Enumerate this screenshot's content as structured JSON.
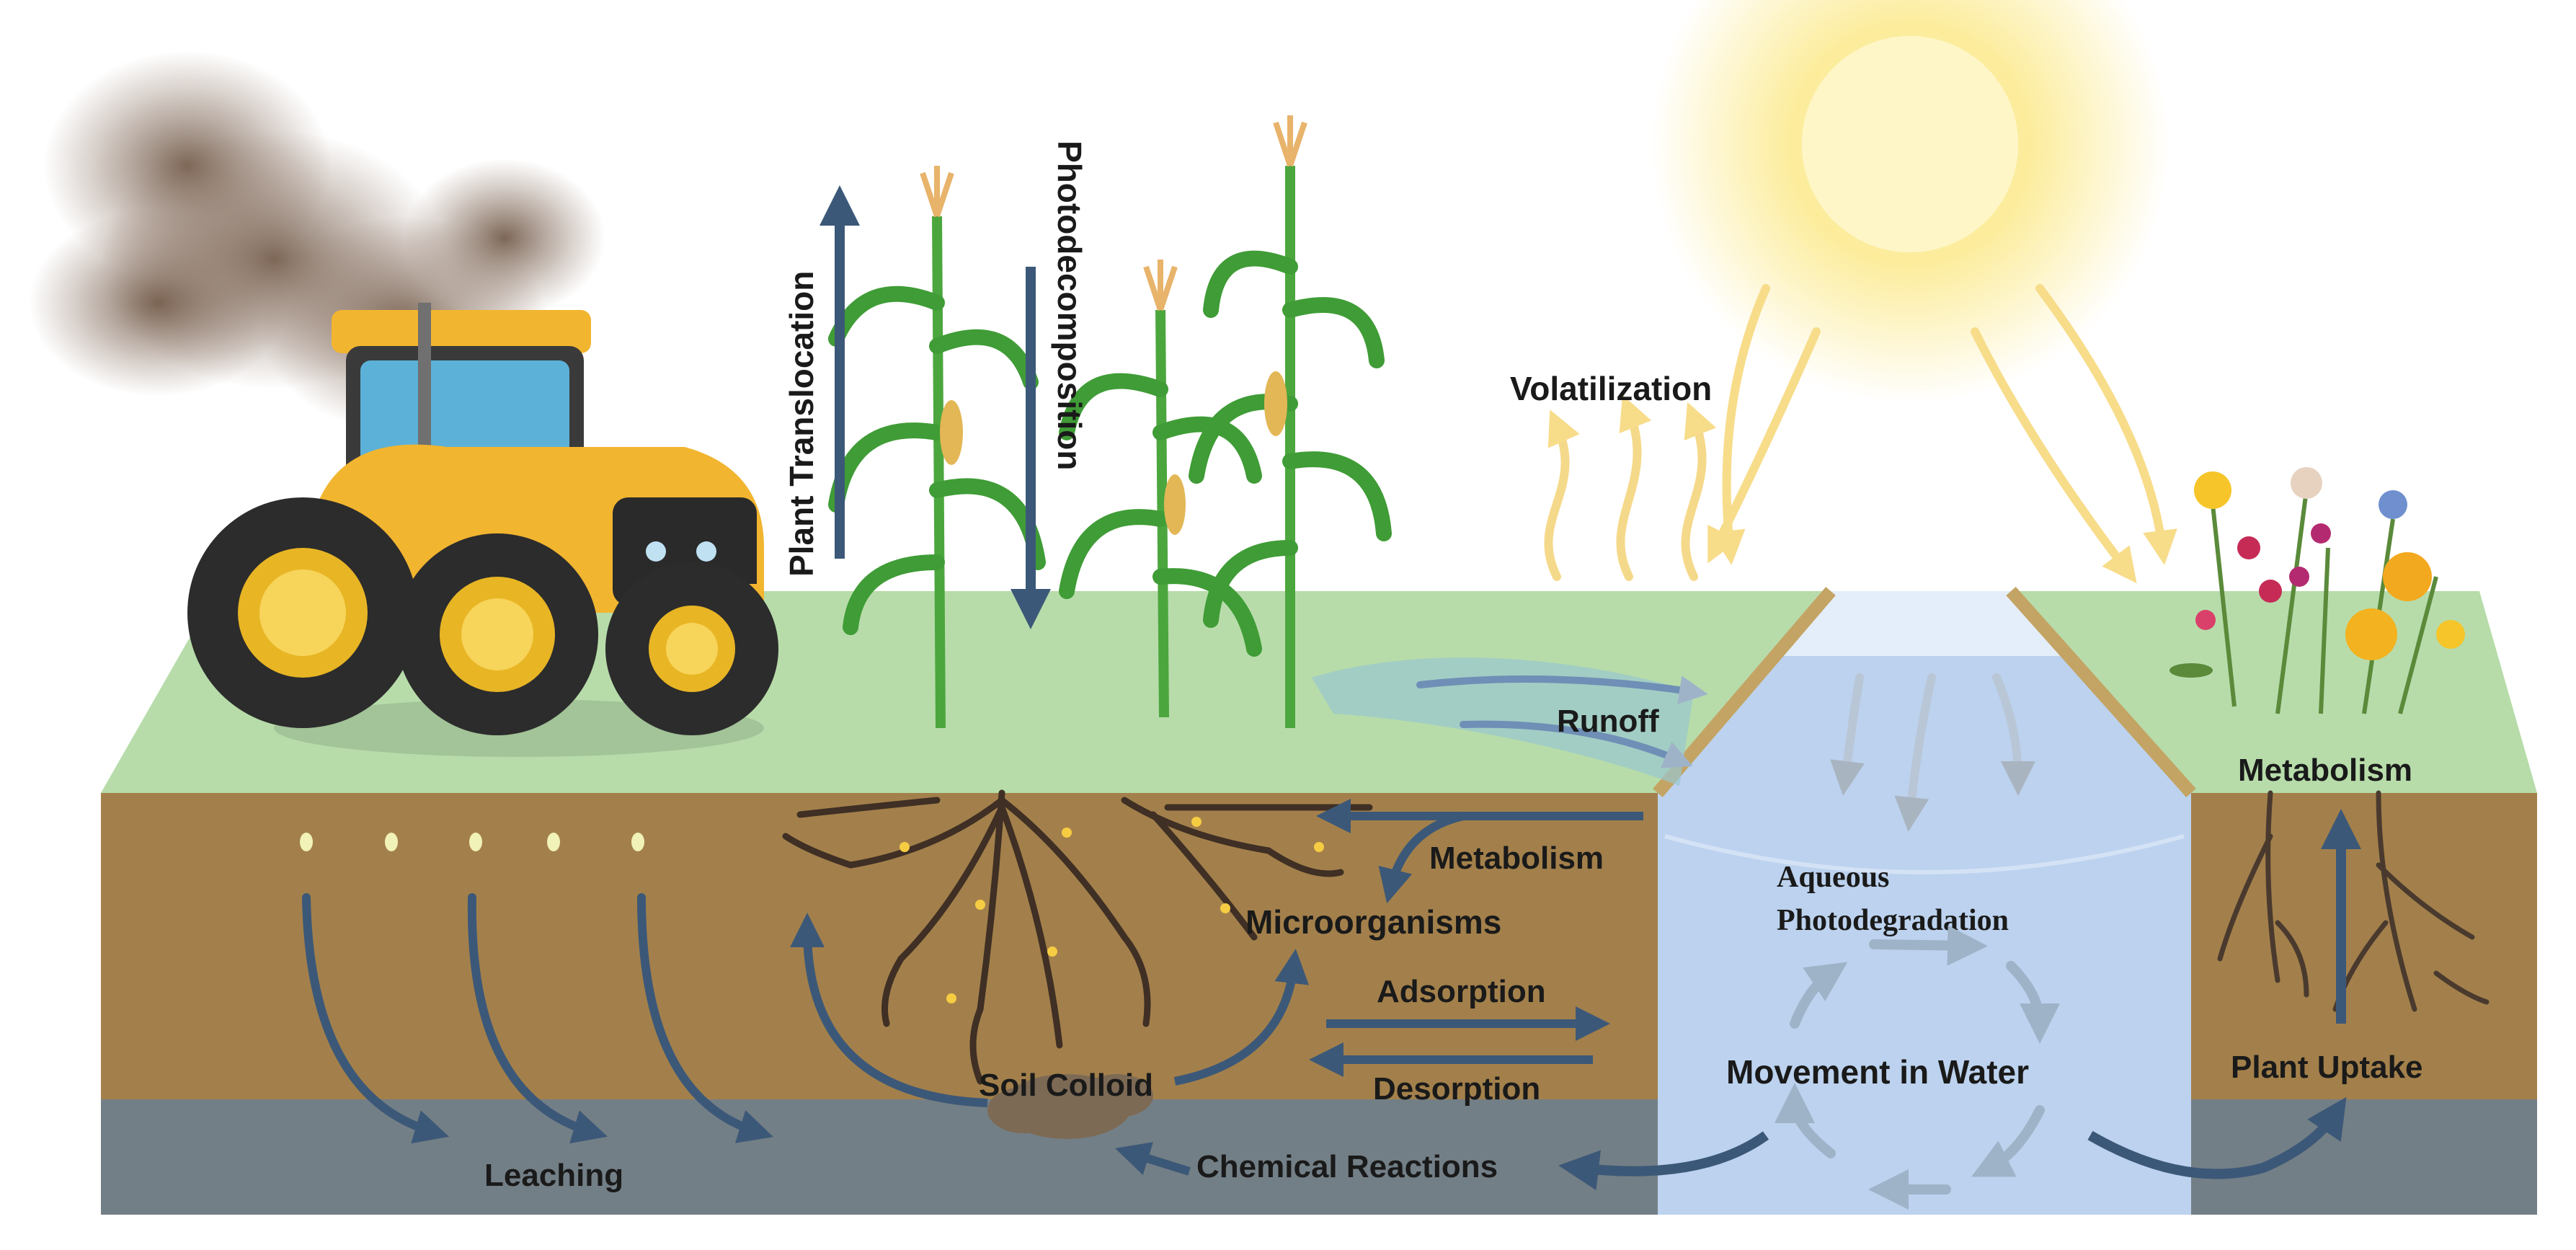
{
  "labels": {
    "plant_translocation": "Plant Translocation",
    "photodecomposition": "Photodecomposition",
    "volatilization": "Volatilization",
    "runoff": "Runoff",
    "metabolism_soil": "Metabolism",
    "microorganisms": "Microorganisms",
    "aqueous_line1": "Aqueous",
    "aqueous_line2": "Photodegradation",
    "adsorption": "Adsorption",
    "desorption": "Desorption",
    "soil_colloid": "Soil Colloid",
    "movement_in_water": "Movement in Water",
    "metabolism_plant": "Metabolism",
    "plant_uptake": "Plant Uptake",
    "leaching": "Leaching",
    "chemical_reactions": "Chemical Reactions"
  },
  "colors": {
    "grass": "#b7dcaa",
    "soil": "#a3804b",
    "subsoil": "#737f86",
    "water": "#bcd2ee",
    "arrow": "#3c5878",
    "sun": "#fbe38a",
    "tractor_body": "#f2b530",
    "tractor_cab": "#5cb1d8",
    "corn_leaf": "#3f9c36",
    "smoke": "#8a7060"
  },
  "icons": [
    "tractor-icon",
    "smoke-icon",
    "sun-icon",
    "corn-plant-icon",
    "wildflowers-icon",
    "roots-icon",
    "soil-colloid-icon"
  ]
}
